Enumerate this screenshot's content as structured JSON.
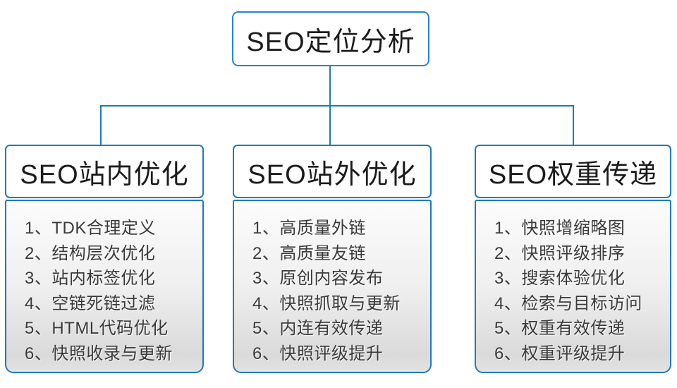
{
  "root": {
    "title": "SEO定位分析"
  },
  "columns": [
    {
      "title": "SEO站内优化",
      "items": [
        "1、TDK合理定义",
        "2、结构层次优化",
        "3、站内标签优化",
        "4、空链死链过滤",
        "5、HTML代码优化",
        "6、快照收录与更新"
      ]
    },
    {
      "title": "SEO站外优化",
      "items": [
        "1、高质量外链",
        "2、高质量友链",
        "3、原创内容发布",
        "4、快照抓取与更新",
        "5、内连有效传递",
        "6、快照评级提升"
      ]
    },
    {
      "title": "SEO权重传递",
      "items": [
        "1、快照增缩略图",
        "2、快照评级排序",
        "3、搜索体验优化",
        "4、检索与目标访问",
        "5、权重有效传递",
        "6、权重评级提升"
      ]
    }
  ],
  "colors": {
    "line_blue": "#1d7abe",
    "root_border_blue": "#2785ca",
    "panel_gradient_top": "#fcfcfc",
    "panel_gradient_bottom": "#dadada",
    "title_text": "#1c1c1c",
    "item_text": "#3a3a3a",
    "background": "#ffffff"
  }
}
